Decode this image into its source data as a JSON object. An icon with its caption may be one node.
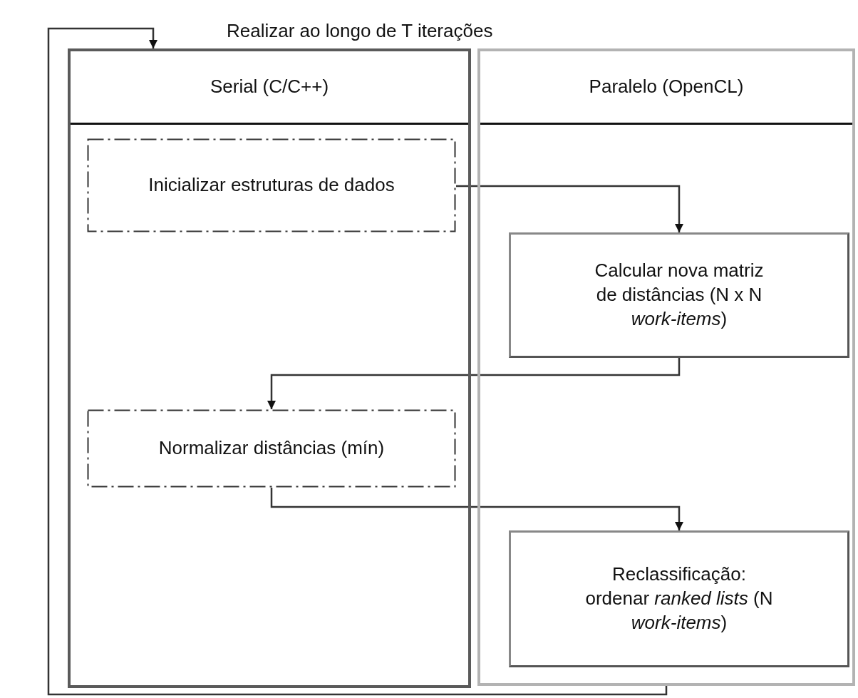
{
  "diagram": {
    "title": "Realizar ao longo de T iterações",
    "nodes": [
      {
        "text": [
          "Serial (C/C++)"
        ]
      },
      {
        "text": [
          "Paralelo (OpenCL)"
        ]
      },
      {
        "text": [
          "Inicializar estruturas de dados"
        ],
        "in": 0
      },
      {
        "text": [
          "Calcular nova matriz de distâncias (N x N *work-items*)"
        ],
        "in": 1
      },
      {
        "text": [
          "Normalizar distâncias (mín)"
        ],
        "in": 0
      },
      {
        "text": [
          "Reclassificação: ordenar *ranked lists* (N *work-items*)"
        ],
        "in": 1
      }
    ],
    "edges": [
      {
        "from": 2,
        "to": 3,
        "arrow": "to"
      },
      {
        "from": 3,
        "to": 4,
        "arrow": "to"
      },
      {
        "from": 4,
        "to": 5,
        "arrow": "to"
      },
      {
        "from": 1,
        "to": 0,
        "arrow": "to"
      }
    ]
  }
}
